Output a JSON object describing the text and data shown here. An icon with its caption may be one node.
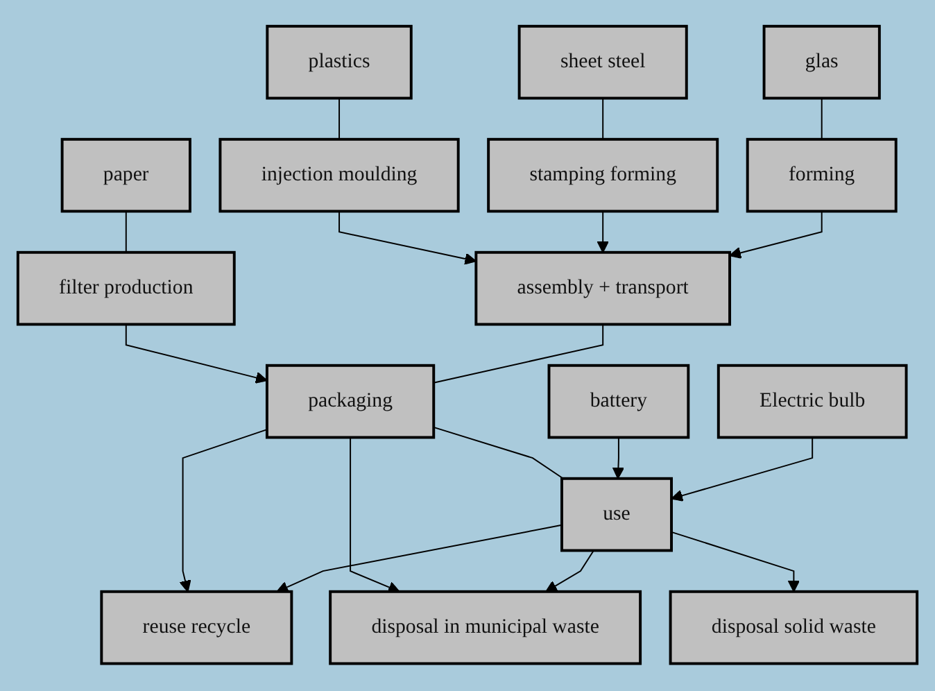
{
  "diagram": {
    "nodes": [
      {
        "text": [
          "paper"
        ]
      },
      {
        "text": [
          "plastics"
        ]
      },
      {
        "text": [
          "sheet steel"
        ]
      },
      {
        "text": [
          "glas"
        ]
      },
      {
        "text": [
          "filter production"
        ]
      },
      {
        "text": [
          "injection moulding"
        ]
      },
      {
        "text": [
          "stamping forming"
        ]
      },
      {
        "text": [
          "forming"
        ]
      },
      {
        "text": [
          "assembly + transport"
        ]
      },
      {
        "text": [
          "packaging"
        ]
      },
      {
        "text": [
          "battery"
        ]
      },
      {
        "text": [
          "use"
        ]
      },
      {
        "text": [
          "Electric bulb"
        ]
      },
      {
        "text": [
          "reuse recycle"
        ]
      },
      {
        "text": [
          "disposal solid waste"
        ]
      },
      {
        "text": [
          "disposal in municipal waste"
        ]
      }
    ],
    "edges": [
      {
        "from": 0,
        "to": 4,
        "arrow": "none"
      },
      {
        "from": 1,
        "to": 5,
        "arrow": "none"
      },
      {
        "from": 2,
        "to": 6,
        "arrow": "none"
      },
      {
        "from": 3,
        "to": 7,
        "arrow": "none"
      },
      {
        "from": 4,
        "to": 9,
        "arrow": "to"
      },
      {
        "from": 5,
        "to": 8,
        "arrow": "to"
      },
      {
        "from": 6,
        "to": 8,
        "arrow": "to"
      },
      {
        "from": 7,
        "to": 8,
        "arrow": "to"
      },
      {
        "from": 8,
        "to": 9,
        "arrow": "none"
      },
      {
        "from": 9,
        "to": 13,
        "arrow": "to"
      },
      {
        "from": 9,
        "to": 15,
        "arrow": "to"
      },
      {
        "from": 9,
        "to": 11,
        "arrow": "none"
      },
      {
        "from": 10,
        "to": 11,
        "arrow": "to"
      },
      {
        "from": 12,
        "to": 11,
        "arrow": "to"
      },
      {
        "from": 11,
        "to": 13,
        "arrow": "to"
      },
      {
        "from": 11,
        "to": 14,
        "arrow": "to"
      },
      {
        "from": 11,
        "to": 15,
        "arrow": "to"
      }
    ]
  }
}
